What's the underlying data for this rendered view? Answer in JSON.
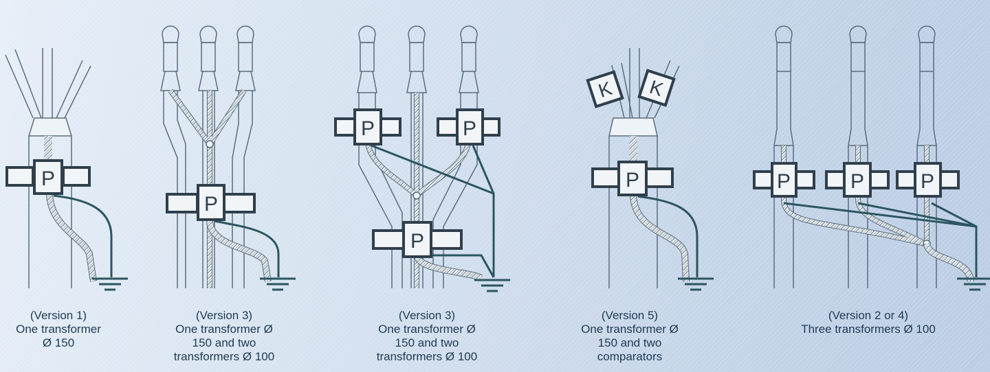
{
  "transformer_symbol": "P",
  "comparator_symbol": "K",
  "colors": {
    "outline": "#5a6d7e",
    "cable": "#2a5560",
    "box": "#2f3f4c",
    "text": "#1f3a52"
  },
  "variants": [
    {
      "caption": [
        "(Version 1)",
        "One transformer",
        "Ø 150"
      ]
    },
    {
      "caption": [
        "(Version 3)",
        "One transformer Ø",
        "150 and two",
        "transformers Ø 100"
      ]
    },
    {
      "caption": [
        "(Version 3)",
        "One transformer Ø",
        "150 and two",
        "transformers Ø 100"
      ]
    },
    {
      "caption": [
        "(Version 5)",
        "One transformer Ø",
        "150 and two",
        "comparators"
      ]
    },
    {
      "caption": [
        "(Version 2 or 4)",
        "Three transformers Ø 100"
      ]
    }
  ]
}
